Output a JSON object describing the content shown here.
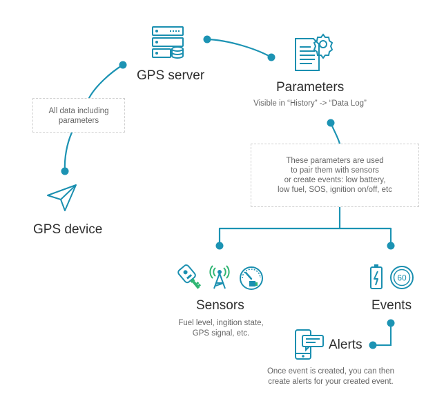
{
  "nodes": {
    "gps_server": {
      "title": "GPS server"
    },
    "parameters": {
      "title": "Parameters",
      "subtitle": "Visible in “History” -> “Data Log”"
    },
    "gps_device": {
      "title": "GPS device"
    },
    "sensors": {
      "title": "Sensors",
      "subtitle_lines": [
        "Fuel level, ingition state,",
        "GPS signal, etc."
      ]
    },
    "events": {
      "title": "Events",
      "speed_value": "60"
    },
    "alerts": {
      "title": "Alerts",
      "subtitle_lines": [
        "Once event is created, you can then",
        "create alerts for your created event."
      ]
    }
  },
  "notes": {
    "device_to_server": [
      "All data including",
      "parameters"
    ],
    "parameters_use": [
      "These parameters are used",
      "to pair them with sensors",
      "or create events:  low battery,",
      "low fuel, SOS, ignition on/off, etc"
    ]
  },
  "colors": {
    "connector": "#1c93b3",
    "icon": "#1a8fb0",
    "icon_green": "#2fb573",
    "text": "#2e2e2e",
    "muted": "#666666",
    "note_border": "#cfcfcf"
  },
  "icons": {
    "server": "server-icon",
    "parameters": "document-gear-icon",
    "device": "navigation-arrow-icon",
    "sensors": [
      "key-fob-icon",
      "signal-tower-icon",
      "fuel-gauge-icon"
    ],
    "events": [
      "battery-icon",
      "speed-limit-icon"
    ],
    "alerts": "phone-message-icon"
  }
}
